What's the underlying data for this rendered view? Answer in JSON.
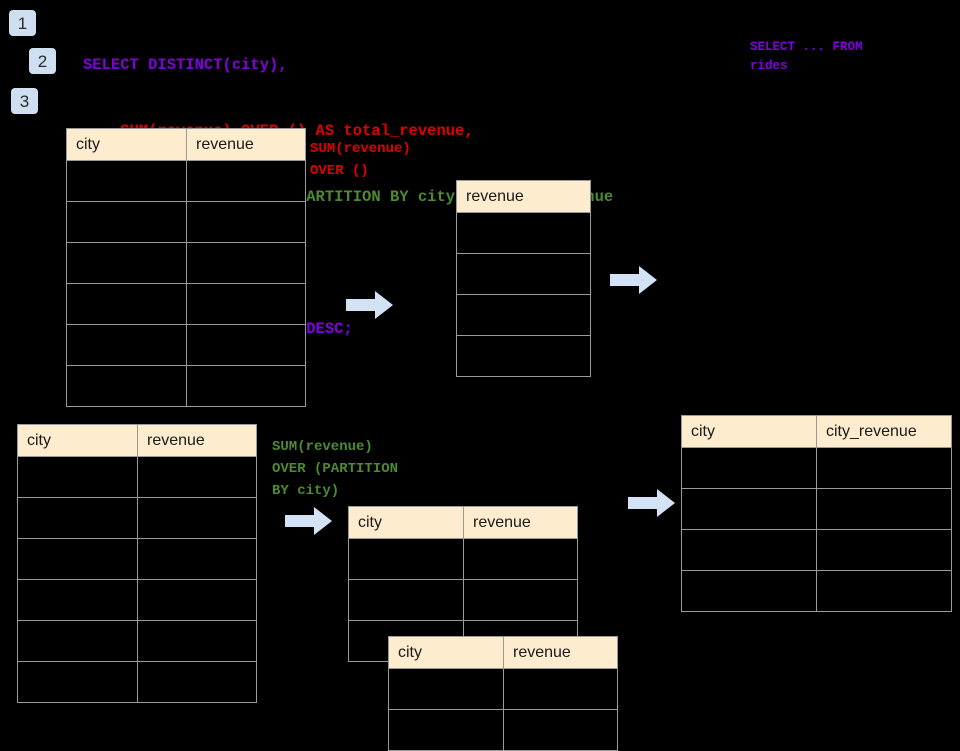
{
  "steps": [
    {
      "label": "1"
    },
    {
      "label": "2"
    },
    {
      "label": "3"
    }
  ],
  "colors": {
    "background": "#000000",
    "keyword_purple": "#8000e0",
    "red": "#e00000",
    "green": "#4e8a33",
    "header_cream": "#fdeccd",
    "arrow_blue": "#d3e2f4",
    "badge_blue": "#cfdff2",
    "grid_line": "#9a9a9a"
  },
  "sql": {
    "lines": [
      {
        "text": "SELECT DISTINCT(city),",
        "color": "#8000e0"
      },
      {
        "text": "    SUM(revenue) OVER () AS total_revenue,",
        "color": "#e00000"
      },
      {
        "text": "    SUM(revenue) OVER (PARTITION BY city) as city_revenue",
        "color": "#4e8a33"
      },
      {
        "text": "  FROM rides",
        "color": "#8000e0"
      },
      {
        "text": "  ORDER by city_revenue DESC;",
        "color": "#8000e0"
      }
    ]
  },
  "annotations": {
    "select_from_rides": "SELECT ... FROM\nrides",
    "sum_over_empty": "SUM(revenue)\nOVER ()",
    "sum_over_partition": "SUM(revenue)\nOVER (PARTITION\nBY city)"
  },
  "tables": {
    "source_top": {
      "name": "rides-source-top",
      "headers": [
        "city",
        "revenue"
      ],
      "row_count": 6,
      "rows": [
        [
          "",
          ""
        ],
        [
          "",
          ""
        ],
        [
          "",
          ""
        ],
        [
          "",
          ""
        ],
        [
          "",
          ""
        ],
        [
          "",
          ""
        ]
      ]
    },
    "total_revenue": {
      "name": "total-revenue",
      "headers": [
        "revenue"
      ],
      "row_count": 4,
      "rows": [
        [
          ""
        ],
        [
          ""
        ],
        [
          ""
        ],
        [
          ""
        ]
      ]
    },
    "source_bottom": {
      "name": "rides-source-bottom",
      "headers": [
        "city",
        "revenue"
      ],
      "row_count": 6,
      "rows": [
        [
          "",
          ""
        ],
        [
          "",
          ""
        ],
        [
          "",
          ""
        ],
        [
          "",
          ""
        ],
        [
          "",
          ""
        ],
        [
          "",
          ""
        ]
      ]
    },
    "partition_back": {
      "name": "partition-group-back",
      "headers": [
        "city",
        "revenue"
      ],
      "row_count": 3,
      "rows": [
        [
          "",
          ""
        ],
        [
          "",
          ""
        ],
        [
          "",
          ""
        ]
      ]
    },
    "partition_front": {
      "name": "partition-group-front",
      "headers": [
        "city",
        "revenue"
      ],
      "row_count": 2,
      "rows": [
        [
          "",
          ""
        ],
        [
          "",
          ""
        ]
      ]
    },
    "result": {
      "name": "final-result",
      "headers": [
        "city",
        "city_revenue"
      ],
      "row_count": 4,
      "rows": [
        [
          "",
          ""
        ],
        [
          "",
          ""
        ],
        [
          "",
          ""
        ],
        [
          "",
          ""
        ]
      ]
    }
  },
  "arrows": [
    {
      "name": "arrow-source-to-total"
    },
    {
      "name": "arrow-total-to-result"
    },
    {
      "name": "arrow-source-to-partition"
    },
    {
      "name": "arrow-partition-to-result"
    }
  ]
}
